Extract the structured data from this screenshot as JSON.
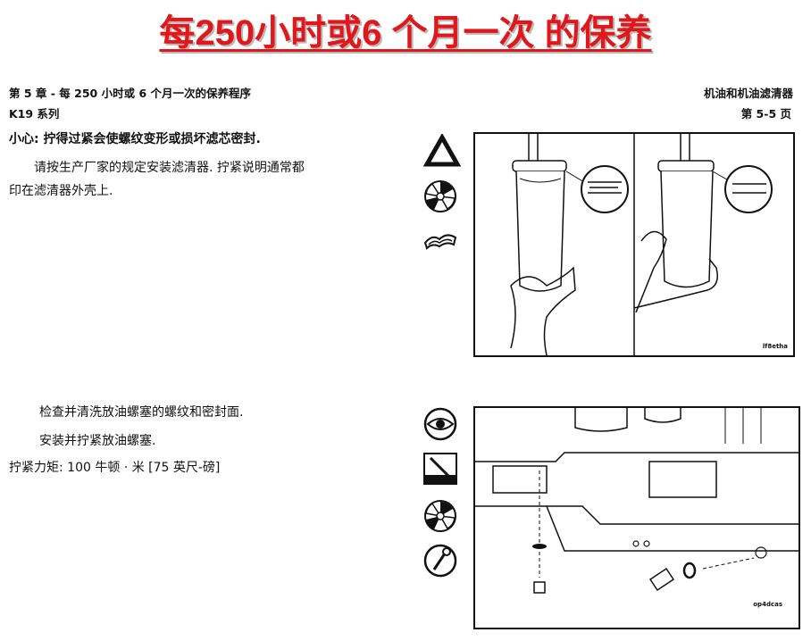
{
  "page": {
    "title": "每250小时或6 个月一次 的保养"
  },
  "header": {
    "left_line1": "第 5 章 - 每 250 小时或 6 个月一次的保养程序",
    "left_line2": "K19 系列",
    "right_line1": "机油和机油滤清器",
    "right_line2": "第 5-5 页"
  },
  "section1": {
    "caution": "小心:  拧得过紧会使螺纹变形或损坏滤芯密封.",
    "para_line1": "请按生产厂家的规定安装滤清器.  拧紧说明通常都",
    "para_line2": "印在滤清器外壳上.",
    "figure_label": "lf8etha",
    "icons": [
      "warning-triangle-icon",
      "filter-parts-icon",
      "wrench-hand-icon"
    ]
  },
  "section2": {
    "line1": "检查并清洗放油螺塞的螺纹和密封面.",
    "line2": "安装并拧紧放油螺塞.",
    "torque": "拧紧力矩:   100 牛顿 · 米  [75 英尺-磅]",
    "figure_label": "op4dcas",
    "icons": [
      "eye-inspect-icon",
      "clean-brush-icon",
      "filter-parts-icon",
      "torque-wrench-icon"
    ]
  }
}
